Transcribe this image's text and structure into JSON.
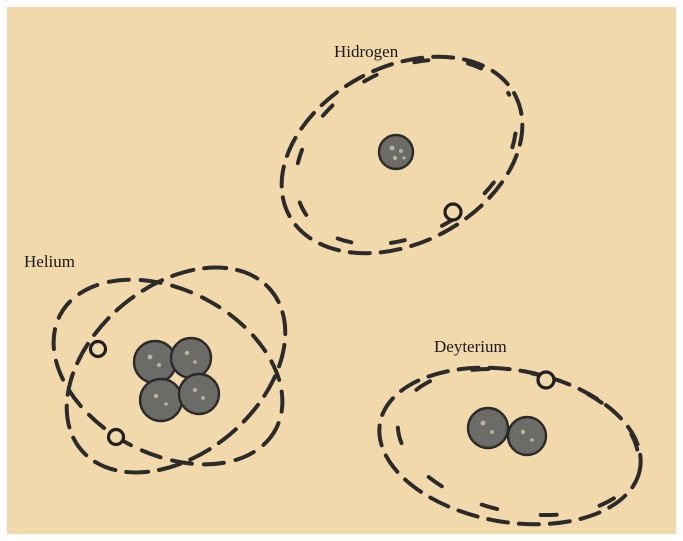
{
  "atoms": {
    "hydrogen": {
      "label": "Hidrogen"
    },
    "helium": {
      "label": "Helium"
    },
    "deuterium": {
      "label": "Deyterium"
    }
  },
  "colors": {
    "paper": "#f2d9ac",
    "ink": "#2b2b2b"
  }
}
